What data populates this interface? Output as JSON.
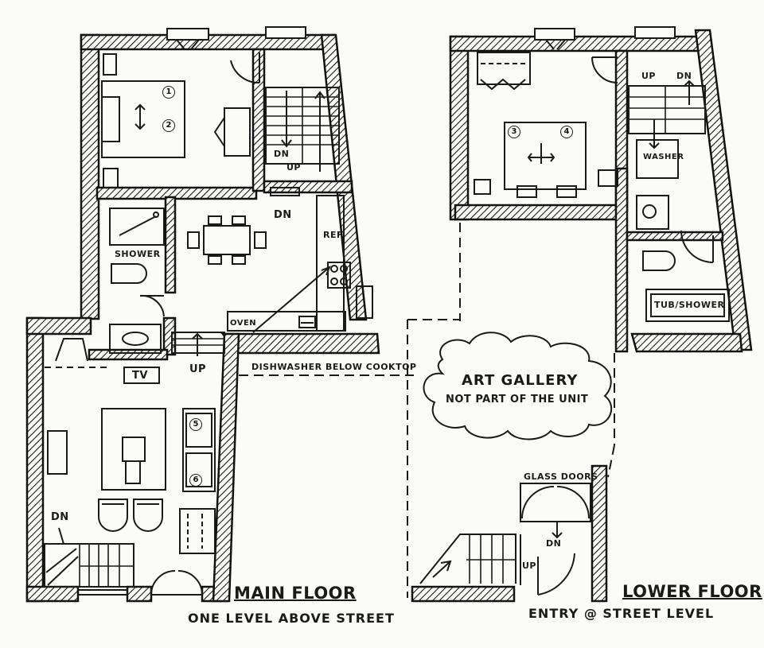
{
  "main_floor": {
    "title": "MAIN FLOOR",
    "subtitle": "ONE LEVEL ABOVE STREET",
    "labels": {
      "shower": "SHOWER",
      "ref": "REF.",
      "oven": "OVEN",
      "dishwasher": "DISHWASHER BELOW COOKTOP",
      "tv": "TV",
      "up_stairs_main": "UP",
      "dn_stairs_upper": "DN",
      "up_stairs_upper": "UP",
      "dn_landing": "DN",
      "dn_living": "DN"
    },
    "bed_numbers": [
      "1",
      "2"
    ],
    "seat_numbers": [
      "5",
      "6"
    ]
  },
  "lower_floor": {
    "title": "LOWER FLOOR",
    "subtitle": "ENTRY @ STREET LEVEL",
    "labels": {
      "up": "UP",
      "dn": "DN",
      "washer": "WASHER",
      "tub_shower": "TUB/SHOWER",
      "glass_doors": "GLASS DOORS",
      "entry_dn": "DN",
      "entry_up": "UP"
    },
    "bed_numbers": [
      "3",
      "4"
    ]
  },
  "art_gallery": {
    "title": "ART GALLERY",
    "subtitle": "NOT PART OF THE UNIT"
  }
}
